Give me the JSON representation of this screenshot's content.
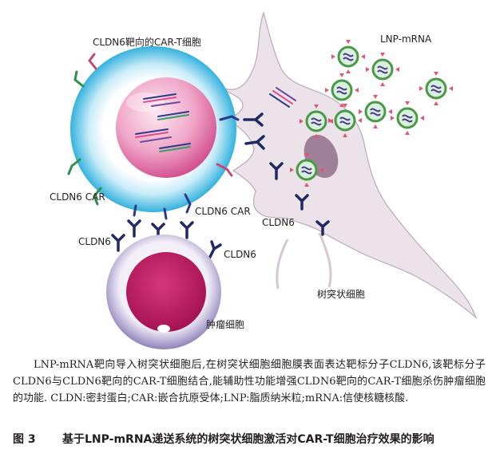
{
  "labels": {
    "car_t_cell": "CLDN6靶向的CAR-T细胞",
    "lnp_mrna": "LNP-mRNA",
    "cldn6_car_left": "CLDN6 CAR",
    "cldn6_car_right": "CLDN6 CAR",
    "cldn6_dc": "CLDN6",
    "cldn6_tumor_left": "CLDN6",
    "cldn6_tumor_right": "CLDN6",
    "dendritic_cell": "树突状细胞",
    "tumor_cell": "肿瘤细胞"
  },
  "caption": "LNP-mRNA靶向导入树突状细胞后,在树突状细胞细胞膜表面表达靶标分子CLDN6,该靶标分子CLDN6与CLDN6靶向的CAR-T细胞结合,能辅助性功能增强CLDN6靶向的CAR-T细胞杀伤肿瘤细胞的功能. CLDN:密封蛋白;CAR:嵌合抗原受体;LNP:脂质纳米粒;mRNA:信使核糖核酸.",
  "figure_title": {
    "number": "图 3",
    "text": "基于LNP-mRNA递送系统的树突状细胞激活对CAR-T细胞治疗效果的影响"
  },
  "colors": {
    "car_t_membrane": "#3ab7df",
    "car_t_nucleus": "#d94f8c",
    "dendritic_cell": "#ece2ea",
    "tumor_membrane": "#9d8fc1",
    "tumor_nucleus": "#b5155f",
    "receptor": "#1f2a63",
    "lnp_ring": "#4a9a45",
    "lnp_spike": "#e1566f"
  }
}
